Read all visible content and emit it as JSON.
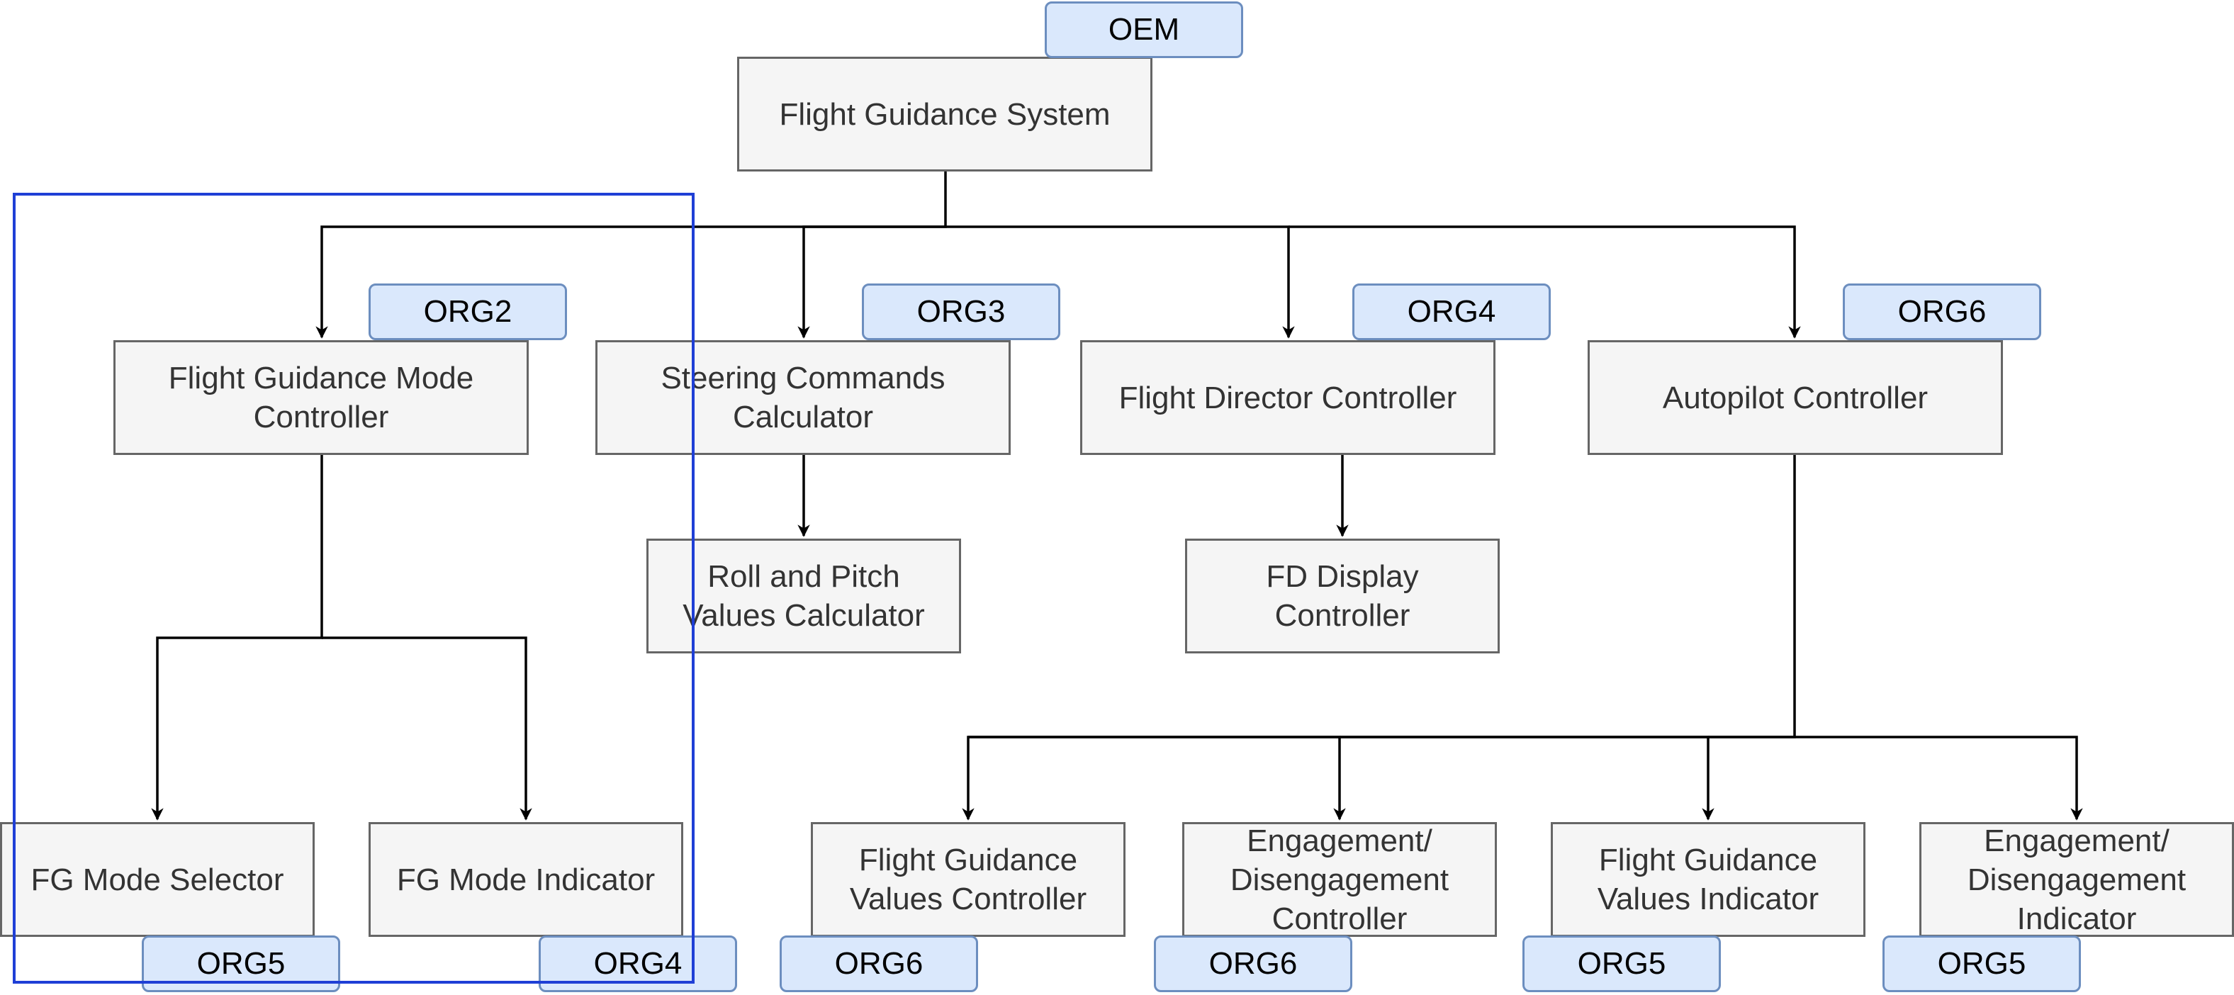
{
  "nodes": {
    "fgs": "Flight Guidance System",
    "fgmc": "Flight Guidance Mode\nController",
    "scc": "Steering Commands\nCalculator",
    "fdc": "Flight Director Controller",
    "apc": "Autopilot Controller",
    "rpvc": "Roll and Pitch\nValues Calculator",
    "fddc": "FD Display\nController",
    "fgms": "FG Mode Selector",
    "fgmi": "FG Mode Indicator",
    "fgvc": "Flight Guidance\nValues Controller",
    "edc": "Engagement/\nDisengagement\nController",
    "fgvi": "Flight Guidance\nValues Indicator",
    "edi": "Engagement/\nDisengagement\nIndicator"
  },
  "tags": {
    "fgs": "OEM",
    "fgmc": "ORG2",
    "scc": "ORG3",
    "fdc": "ORG4",
    "apc": "ORG6",
    "fgms": "ORG5",
    "fgmi": "ORG4",
    "fgvc": "ORG6",
    "edc": "ORG6",
    "fgvi": "ORG5",
    "edi": "ORG5"
  },
  "colors": {
    "node_fill": "#f5f5f5",
    "node_stroke": "#666666",
    "tag_fill": "#dae8fc",
    "tag_stroke": "#6c8ebf",
    "edge": "#000000",
    "selection": "#1f3fd6"
  }
}
